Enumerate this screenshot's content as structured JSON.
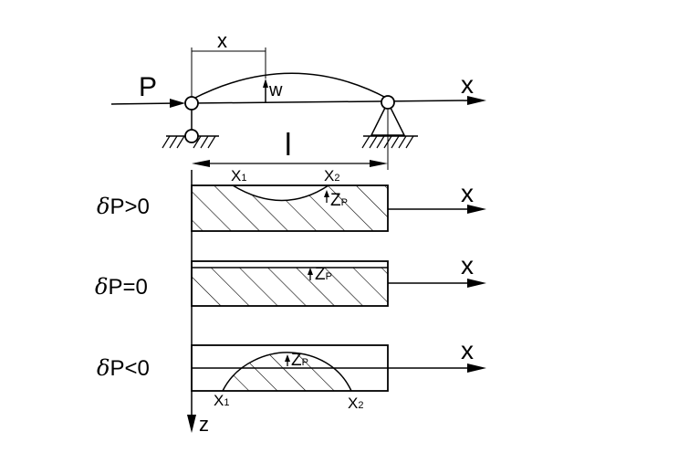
{
  "beam": {
    "force_label": "P",
    "x_dim_label": "x",
    "deflection_label": "w",
    "axis_label": "x",
    "span_label": "l",
    "pos_x1": "X",
    "pos_x1_sub": "1",
    "pos_x2": "X",
    "pos_x2_sub": "2"
  },
  "panels": [
    {
      "condition_symbol": "δ",
      "condition_text": "P>0",
      "axis_label": "x",
      "zp_main": "Z",
      "zp_sub": "P"
    },
    {
      "condition_symbol": "δ",
      "condition_text": "P=0",
      "axis_label": "x",
      "zp_main": "Z",
      "zp_sub": "P"
    },
    {
      "condition_symbol": "δ",
      "condition_text": "P<0",
      "axis_label": "x",
      "zp_main": "Z",
      "zp_sub": "P",
      "x1": "X",
      "x1_sub": "1",
      "x2": "X",
      "x2_sub": "2"
    }
  ],
  "z_axis_label": "z"
}
